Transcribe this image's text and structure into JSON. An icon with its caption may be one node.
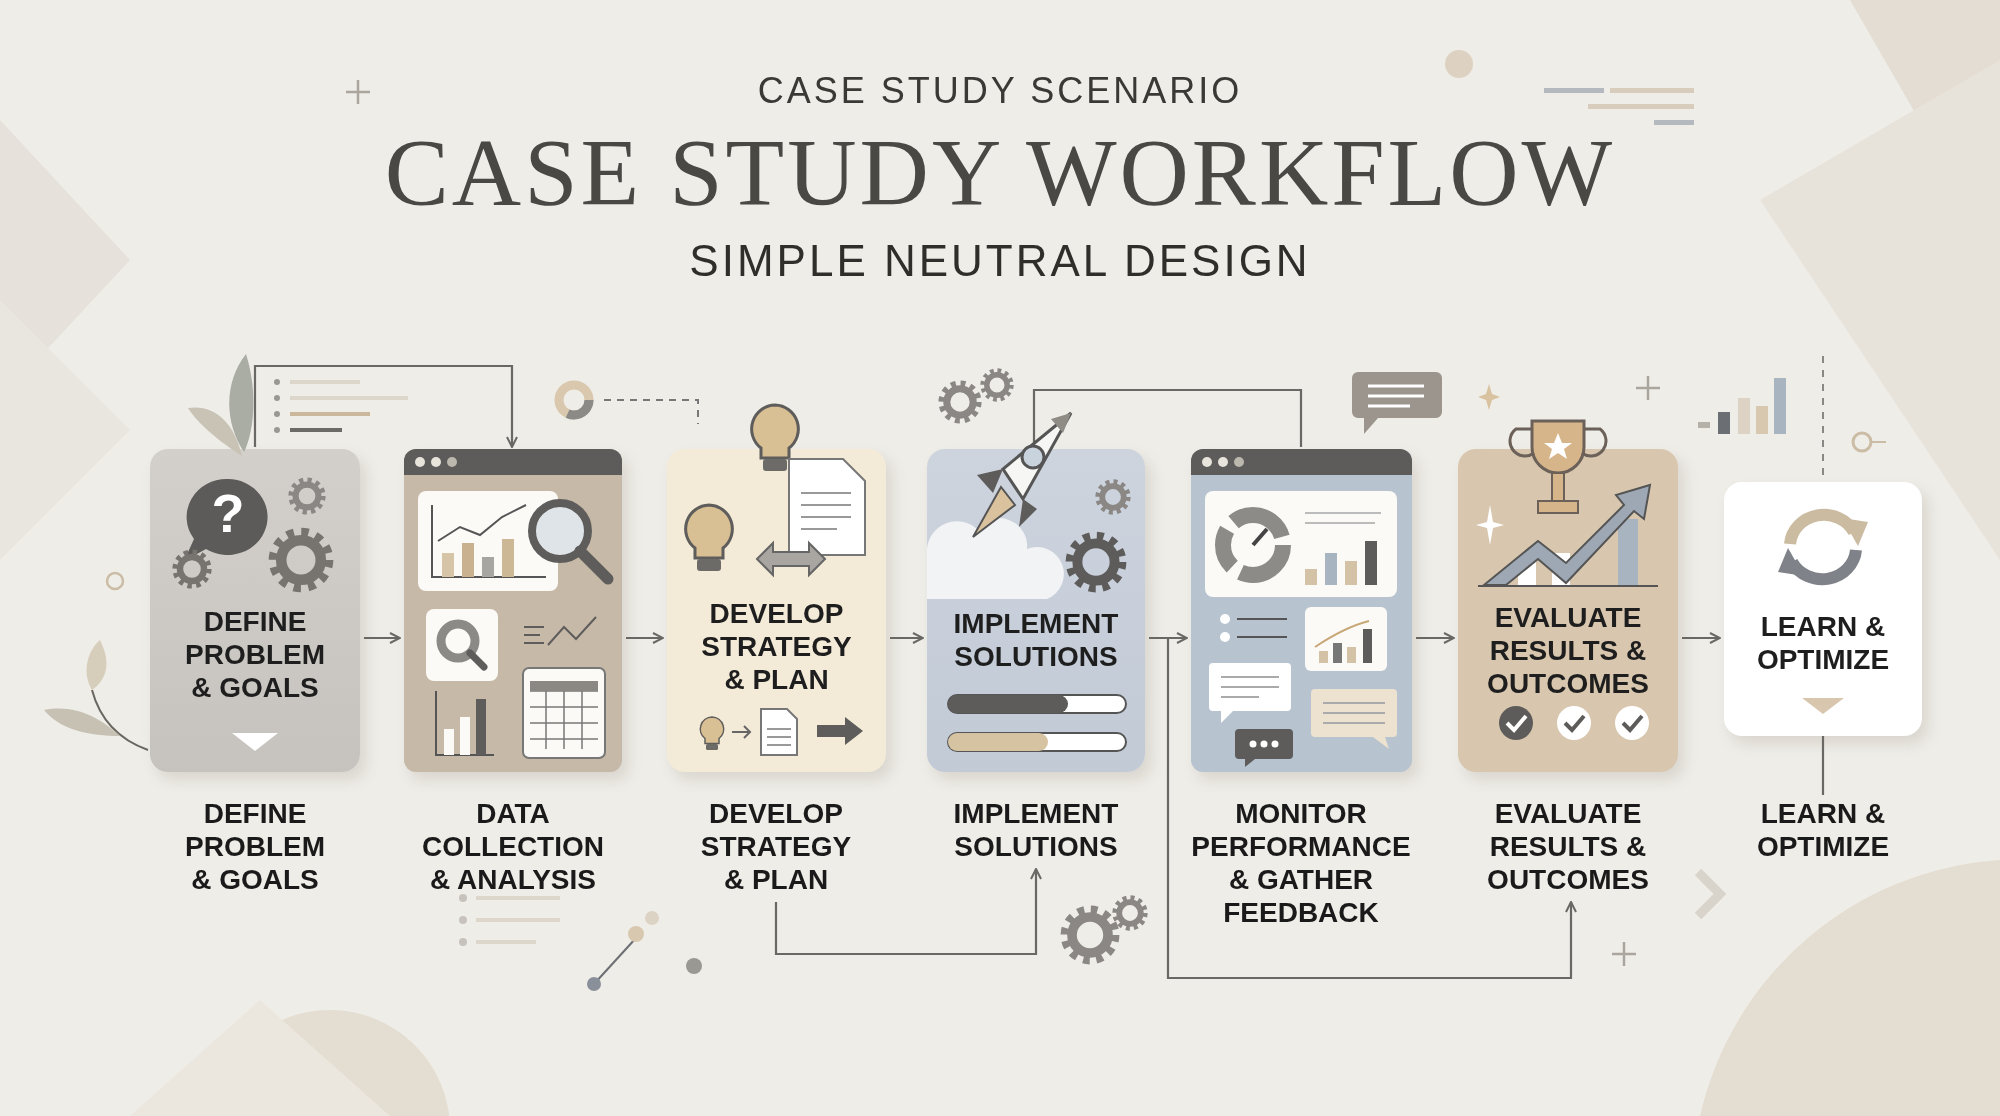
{
  "diagram": {
    "title": "CASE STUDY WORKFLOW",
    "nodes": [
      {
        "text": [
          "DEFINE PROBLEM & GOALS"
        ]
      },
      {
        "text": [],
        "shape": "box"
      },
      {
        "text": [
          "DEVELOP STRATEGY & PLAN"
        ]
      },
      {
        "text": [
          "IMPLEMENT SOLUTIONS"
        ]
      },
      {
        "text": [],
        "shape": "box"
      },
      {
        "text": [
          "EVALUATE RESULTS & OUTCOMES"
        ]
      },
      {
        "text": [
          "LEARN & OPTIMIZE"
        ]
      },
      {
        "text": [
          "DEFINE PROBLEM & GOALS"
        ]
      },
      {
        "text": [
          "DATA COLLECTION & ANALYSIS"
        ]
      },
      {
        "text": [
          "DEVELOP STRATEGY & PLAN"
        ]
      },
      {
        "text": [
          "IMPLEMENT SOLUTIONS"
        ]
      },
      {
        "text": [
          "MONITOR PERFORMANCE & GATHER FEEDBACK"
        ]
      },
      {
        "text": [
          "EVALUATE RESULTS & OUTCOMES"
        ]
      },
      {
        "text": [
          "LEARN & OPTIMIZE"
        ]
      }
    ],
    "edges": [
      {
        "from": 0,
        "to": 1,
        "arrow": "to"
      },
      {
        "from": 1,
        "to": 2,
        "arrow": "to"
      },
      {
        "from": 2,
        "to": 3,
        "arrow": "to"
      },
      {
        "from": 3,
        "to": 4,
        "arrow": "to"
      },
      {
        "from": 4,
        "to": 5,
        "arrow": "to"
      },
      {
        "from": 5,
        "to": 6,
        "arrow": "to"
      },
      {
        "from": 0,
        "to": 1,
        "arrow": "to"
      },
      {
        "from": 3,
        "to": 4,
        "arrow": "none"
      },
      {
        "from": 9,
        "to": 10,
        "arrow": "to"
      },
      {
        "from": 3,
        "to": 12,
        "arrow": "to"
      },
      {
        "from": 6,
        "to": 13,
        "arrow": "none"
      }
    ],
    "labels": [
      "CASE STUDY SCENARIO",
      "SIMPLE NEUTRAL DESIGN",
      "?"
    ]
  }
}
